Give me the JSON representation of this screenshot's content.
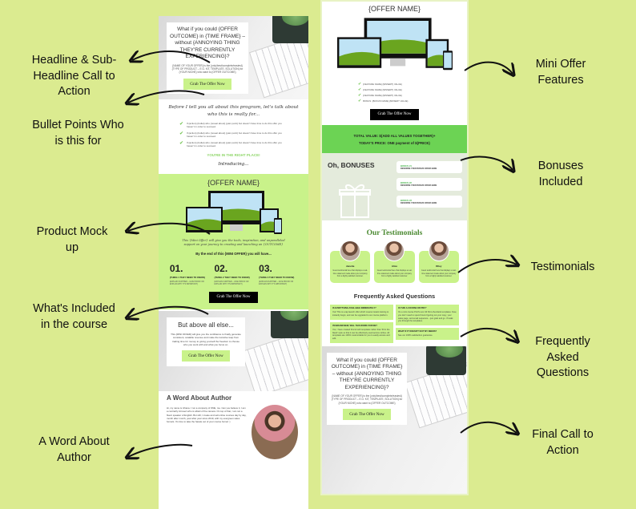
{
  "annotations_left": [
    {
      "text": "Headline & Sub-Headline Call to Action"
    },
    {
      "text": "Bullet Points Who is this for"
    },
    {
      "text": "Product Mock up"
    },
    {
      "text": "What's Included in the course"
    },
    {
      "text": "A Word About Author"
    }
  ],
  "annotations_right": [
    {
      "text": "Mini Offer Features"
    },
    {
      "text": "Bonuses Included"
    },
    {
      "text": "Testimonials"
    },
    {
      "text": "Frequently Asked Questions"
    },
    {
      "text": "Final Call to Action"
    }
  ],
  "left_page": {
    "hero": {
      "headline": "What if you could {OFFER OUTCOME} in {TIME FRAME} – without {ANNOYING THING THEY'RE CURRENTLY EXPERIENCING}?",
      "subtext": "{NAME OF YOUR OFFER} is the {only/best/complete/easiest} {TYPE OF PRODUCT – E.G. KIT, TEMPLATE, SOLUTION} for {YOUR NICHE} who want to {OFFER OUTCOME}",
      "button": "Grab The Offer Now"
    },
    "who": {
      "headline": "Before I tell you all about this program, let's talk about who this is really for...",
      "bullets": [
        "If {action} {bullet} who {reveal about} {pain point} but doesn't have time to do this offer you haven't in order to succeed.",
        "If {action} {bullet} who {reveal about} {pain point} but doesn't have time to do this offer you haven't in order to succeed.",
        "If {action} {bullet} who {reveal about} {pain point} but doesn't have time to do this offer you haven't in order to succeed."
      ],
      "right_place": "YOU'RE IN THE RIGHT PLACE!",
      "introducing": "Introducing..."
    },
    "offer": {
      "name": "{OFFER NAME}",
      "description": "This {Mini Offer} will give you the tools, inspiration, and unparalleled support on your journey to creating and launching an {OUTCOME}",
      "by_end": "By the end of this {MINI OFFER} you will have...",
      "items": [
        {
          "num": "01.",
          "title": "{THING 1 THEY NEED TO KNOW}",
          "text": "{EXPLAIN FURTHER – GIVE PROOF OR EXPLAIN WHY IT'S IMPORTANT}"
        },
        {
          "num": "02.",
          "title": "{THING 2 THEY NEED TO KNOW}",
          "text": "{EXPLAIN FURTHER – GIVE PROOF OR EXPLAIN WHY IT'S IMPORTANT}"
        },
        {
          "num": "03.",
          "title": "{THING 3 THEY NEED TO KNOW}",
          "text": "{EXPLAIN FURTHER – GIVE PROOF OR EXPLAIN WHY IT'S IMPORTANT}"
        }
      ],
      "button": "Grab The Offer Now"
    },
    "above_all": {
      "title": "But above all else...",
      "text": "This {MINI OFFER} will give you the confidence to finally generate consistent, scalable revenue and make the lucrative leap from trading time for money to giving yourself the freedom to choose who you work with and what you focus on.",
      "button": "Grab The Offer Now"
    },
    "author": {
      "title": "A Word About Author",
      "text": "Hi, my name is Ichana. I run a company of ONE, me. Can you believe it, I am a contrarily introvert who is afraid of the camera. On top of that, I am not a fluent speaker of English. But still, I create and sell online courses day by day, month after month, year after year since 2019, with my evergreen sales funnels. It's time to take the hassle out of your course funnel :)"
    }
  },
  "right_page": {
    "offer_name": "{OFFER NAME}",
    "features": [
      "{FEATURE NAME} {$INSERT} VALUE}",
      "{FEATURE NAME} {$INSERT} VALUE}",
      "{FEATURE NAME} {$INSERT} VALUE}",
      "BONUS: {BONUS NAME} {$INSERT VALUE}"
    ],
    "button": "Grab The Offer Now",
    "total_value": "TOTAL VALUE: ${ADD ALL VALUES TOGETHER}+",
    "todays_price": "TODAY'S PRICE: ONE payment of ${PRICE}",
    "bonuses": {
      "title": "Oh, BONUSES",
      "items": [
        {
          "name": "BONUS #1",
          "text": "DESCRIBE YOUR BONUS OFFER HERE"
        },
        {
          "name": "BONUS #2",
          "text": "DESCRIBE YOUR BONUS OFFER HERE"
        },
        {
          "name": "BONUS #3",
          "text": "DESCRIBE YOUR BONUS OFFER HERE"
        }
      ]
    },
    "testimonials": {
      "title": "Our Testimonials",
      "items": [
        {
          "name": "Janette",
          "text": "Guest testimonial here that displays a real-time statement made about your company from a highly satisfied customer."
        },
        {
          "name": "Alice",
          "text": "Guest testimonial here that displays a real-time statement made about your company from a highly satisfied customer."
        },
        {
          "name": "Riley",
          "text": "Guest testimonial here that displays a real-time statement made about your company from a highly satisfied customer."
        }
      ]
    },
    "faq": {
      "title": "Frequently Asked Questions",
      "items": [
        {
          "q": "IS EVERYTHING AVAILABLE IMMEDIATELY?",
          "a": "Yes! This is a tap launch offer which means instant training to instantly begin, and can be upgraded to our course platform."
        },
        {
          "q": "IS THIS A COURSE OR PDF?",
          "a": "It's a mini course PLUS over 40 fill-in-the-blank templates. Now, you don't need to spend hours figuring out your copy, your sales page, and email sequence – just grab and go. I'll walk you through the templates."
        },
        {
          "q": "I'M BRAND NEW, WILL THIS WORK FOR ME?",
          "a": "Yes, I have created this kit with templates rather than 'fill in the blank' style so that it can be effectively used across niches. All templates are 100% customizable for you to easily access and edit."
        },
        {
          "q": "WHAT IF IT DOESN'T SUIT MY NEEDS?",
          "a": "See our 100% satisfaction guarantee."
        }
      ]
    },
    "final_cta": {
      "headline": "What if you could {OFFER OUTCOME} in {TIME FRAME} – without {ANNOYING THING THEY'RE CURRENTLY EXPERIENCING}?",
      "subtext": "{NAME OF YOUR OFFER} is the {only/best/complete/easiest} {TYPE OF PRODUCT – E.G. KIT, TEMPLATE, SOLUTION} for {YOUR NICHE} who want to {OFFER OUTCOME}",
      "button": "Grab The Offer Now"
    }
  },
  "colors": {
    "background": "#dbeb90",
    "lime": "#c9f28a",
    "green": "#6cd354",
    "accent_text": "#6cc24a"
  }
}
